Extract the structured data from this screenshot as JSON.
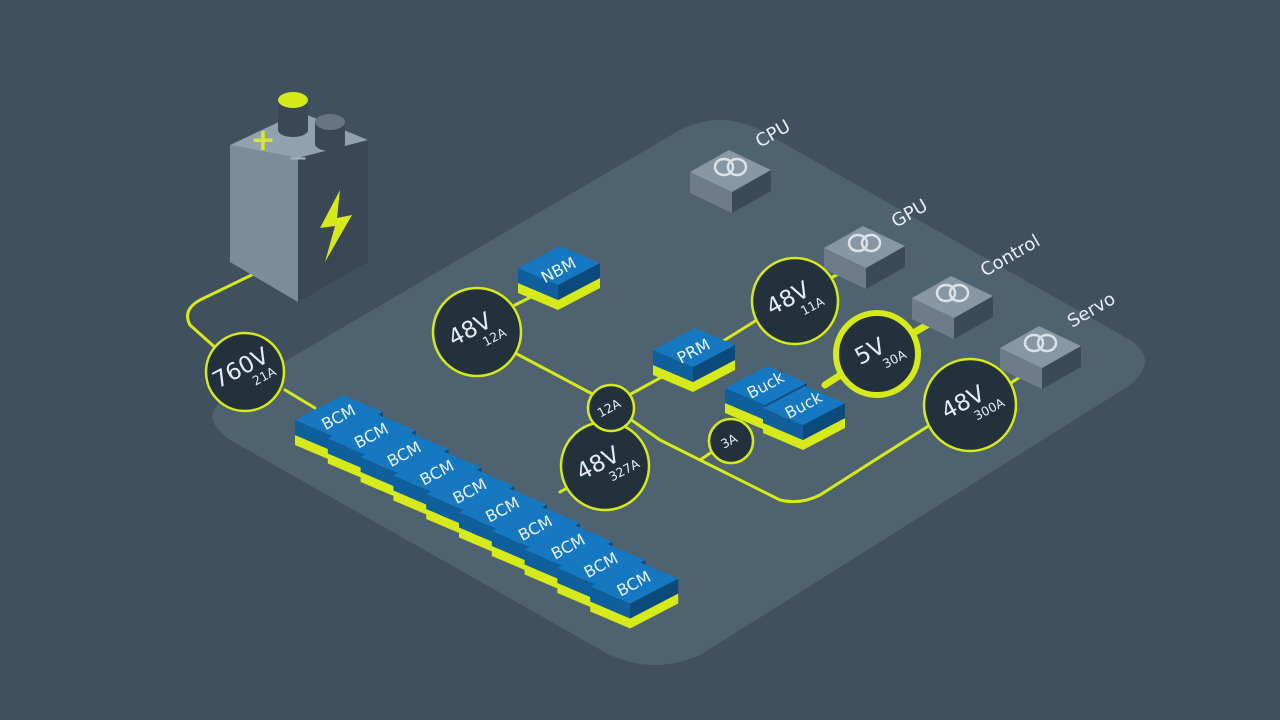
{
  "colors": {
    "background": "#40505f",
    "board": "#4f6270",
    "wire": "#d6ea1a",
    "module_top": "#1578c0",
    "module_side": "#0b5a95",
    "badge_fill": "#23313d",
    "load_top": "#8797a3",
    "battery_body": "#7c8c99"
  },
  "battery": {
    "plus_label": "+",
    "minus_label": "−",
    "bolt_icon": "lightning-bolt-icon"
  },
  "badges": {
    "input": {
      "voltage": "760V",
      "current": "21A"
    },
    "nbm_out": {
      "voltage": "48V",
      "current": "12A"
    },
    "bcm_out": {
      "voltage": "48V",
      "current": "327A"
    },
    "prm_out": {
      "voltage": "48V",
      "current": "11A"
    },
    "buck_out": {
      "voltage": "5V",
      "current": "30A"
    },
    "servo_in": {
      "voltage": "48V",
      "current": "300A"
    },
    "junction_1": {
      "current": "12A"
    },
    "junction_2": {
      "current": "3A"
    }
  },
  "modules": {
    "nbm": "NBM",
    "prm": "PRM",
    "buck": [
      "Buck",
      "Buck"
    ],
    "bcm": [
      "BCM",
      "BCM",
      "BCM",
      "BCM",
      "BCM",
      "BCM",
      "BCM",
      "BCM",
      "BCM",
      "BCM"
    ]
  },
  "loads": [
    {
      "label": "CPU",
      "icon": "linked-rings-icon"
    },
    {
      "label": "GPU",
      "icon": "linked-rings-icon"
    },
    {
      "label": "Control",
      "icon": "linked-rings-icon"
    },
    {
      "label": "Servo",
      "icon": "linked-rings-icon"
    }
  ]
}
